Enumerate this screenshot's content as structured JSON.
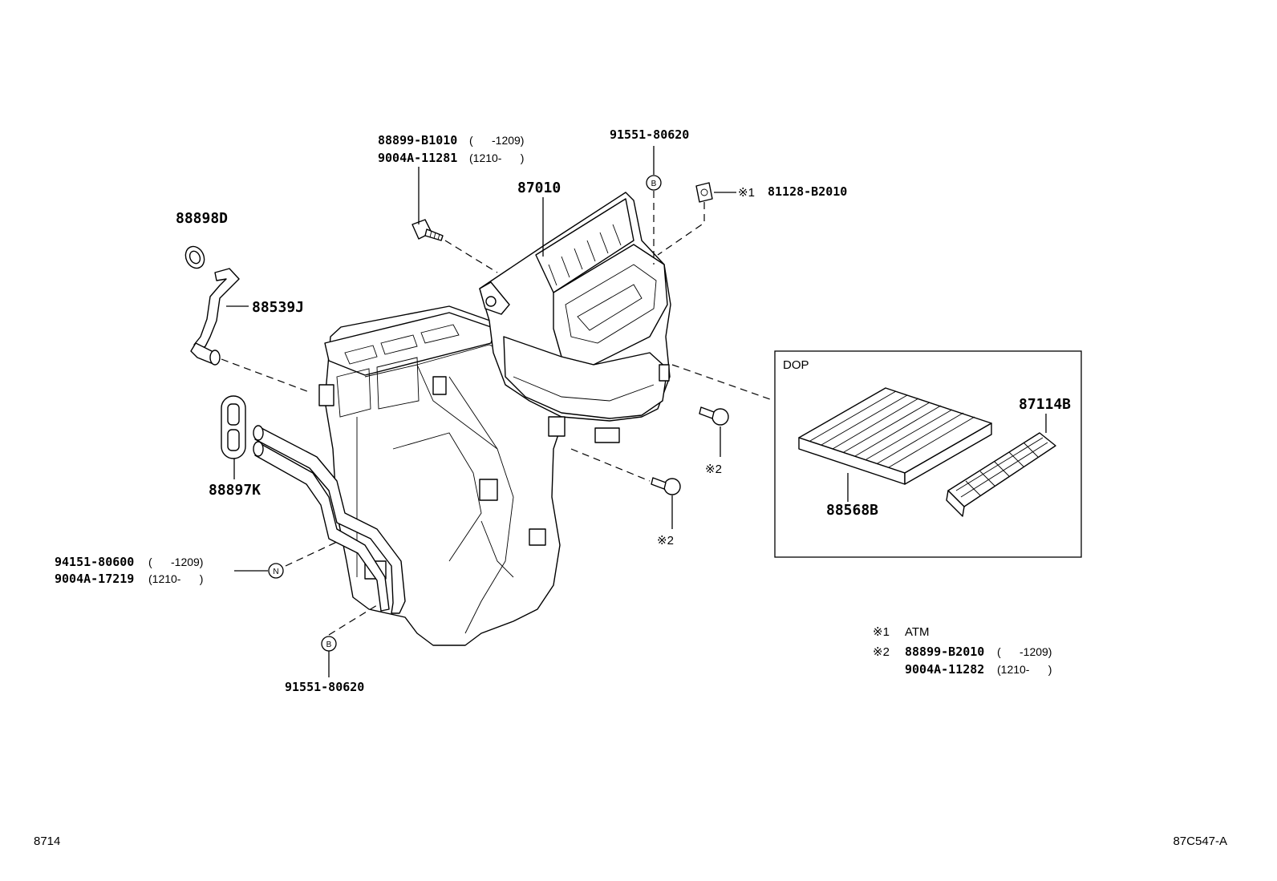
{
  "labels": {
    "p88899_b1010": "88899-B1010",
    "p88899_b1010_range": "(      -1209)",
    "p9004a_11281": "9004A-11281",
    "p9004a_11281_range": "(1210-      )",
    "p91551_80620_top": "91551-80620",
    "p87010": "87010",
    "p81128_b2010_mark": "※1",
    "p81128_b2010": "81128-B2010",
    "p88898d": "88898D",
    "p88539j": "88539J",
    "p88897k": "88897K",
    "p94151_80600": "94151-80600",
    "p94151_80600_range": "(      -1209)",
    "p9004a_17219": "9004A-17219",
    "p9004a_17219_range": "(1210-      )",
    "p91551_80620_bottom": "91551-80620",
    "mark2_upper": "※2",
    "mark2_lower": "※2",
    "circle_b_top": "B",
    "circle_b_bottom": "B",
    "circle_n": "N",
    "dop_box_title": "DOP",
    "p87114b": "87114B",
    "p88568b": "88568B"
  },
  "notes": {
    "note1_mark": "※1",
    "note1_text": "ATM",
    "note2_mark": "※2",
    "note2_part1": "88899-B2010",
    "note2_range1": "(      -1209)",
    "note2_part2": "9004A-11282",
    "note2_range2": "(1210-      )"
  },
  "footer": {
    "left_code": "8714",
    "right_code": "87C547-A"
  }
}
